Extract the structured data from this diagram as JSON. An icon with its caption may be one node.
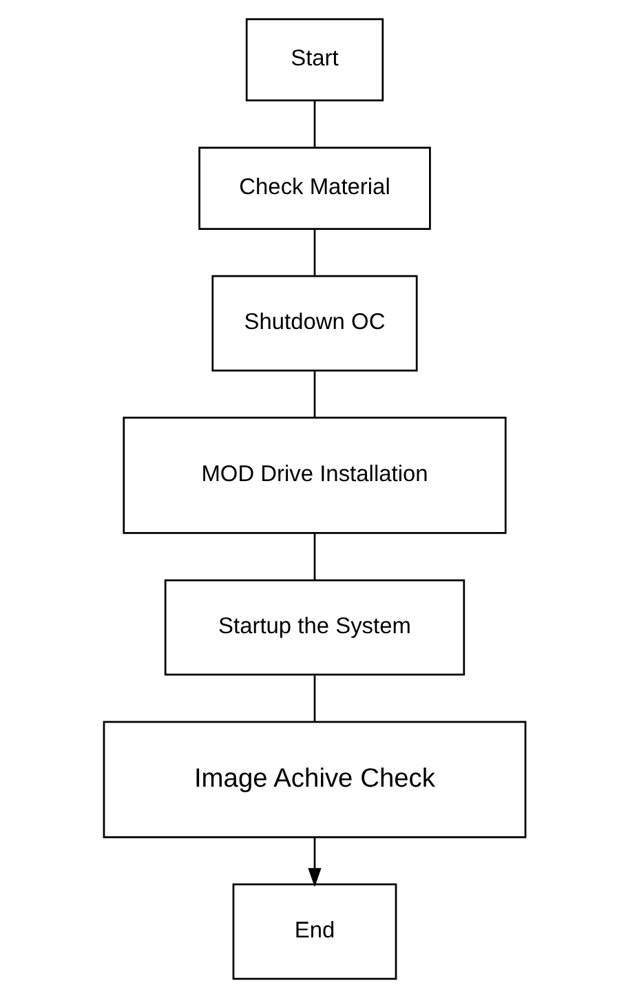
{
  "diagram": {
    "nodes": [
      {
        "text": [
          "Start"
        ]
      },
      {
        "text": [
          "Check Material"
        ]
      },
      {
        "text": [
          "Shutdown OC"
        ]
      },
      {
        "text": [
          "MOD Drive Installation"
        ]
      },
      {
        "text": [
          "Startup the System"
        ]
      },
      {
        "text": [
          "Image Achive Check"
        ]
      },
      {
        "text": [
          "End"
        ]
      }
    ],
    "edges": [
      {
        "from": 0,
        "to": 1,
        "arrow": "none"
      },
      {
        "from": 1,
        "to": 2,
        "arrow": "none"
      },
      {
        "from": 2,
        "to": 3,
        "arrow": "none"
      },
      {
        "from": 3,
        "to": 4,
        "arrow": "none"
      },
      {
        "from": 4,
        "to": 5,
        "arrow": "none"
      },
      {
        "from": 5,
        "to": 6,
        "arrow": "to"
      }
    ]
  }
}
